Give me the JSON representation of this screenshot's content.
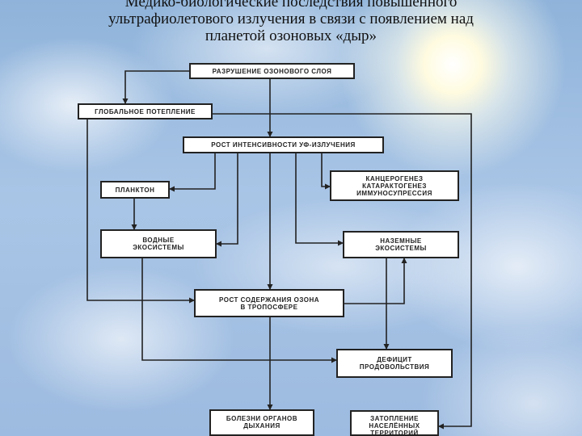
{
  "slide": {
    "title_lines": [
      "Медико-биологические последствия повышенного",
      "ультрафиолетового излучения в связи с появлением над",
      "планетой озоновых «дыр»"
    ]
  },
  "diagram": {
    "nodes": {
      "ozone_destruction": "РАЗРУШЕНИЕ ОЗОНОВОГО СЛОЯ",
      "global_warming": "ГЛОБАЛЬНОЕ ПОТЕПЛЕНИЕ",
      "uv_growth": "РОСТ ИНТЕНСИВНОСТИ УФ-ИЗЛУЧЕНИЯ",
      "plankton": "ПЛАНКТОН",
      "health_effects": [
        "КАНЦЕРОГЕНЕЗ",
        "КАТАРАКТОГЕНЕЗ",
        "ИММУНОСУПРЕССИЯ"
      ],
      "water_ecosystems": [
        "ВОДНЫЕ",
        "ЭКОСИСТЕМЫ"
      ],
      "land_ecosystems": [
        "НАЗЕМНЫЕ",
        "ЭКОСИСТЕМЫ"
      ],
      "tropo_ozone": [
        "РОСТ СОДЕРЖАНИЯ ОЗОНА",
        "В ТРОПОСФЕРЕ"
      ],
      "food_deficit": [
        "ДЕФИЦИТ",
        "ПРОДОВОЛЬСТВИЯ"
      ],
      "respiratory_disease": [
        "БОЛЕЗНИ ОРГАНОВ",
        "ДЫХАНИЯ"
      ],
      "flooding": [
        "ЗАТОПЛЕНИЕ",
        "НАСЕЛЁННЫХ",
        "ТЕРРИТОРИЙ"
      ]
    }
  }
}
